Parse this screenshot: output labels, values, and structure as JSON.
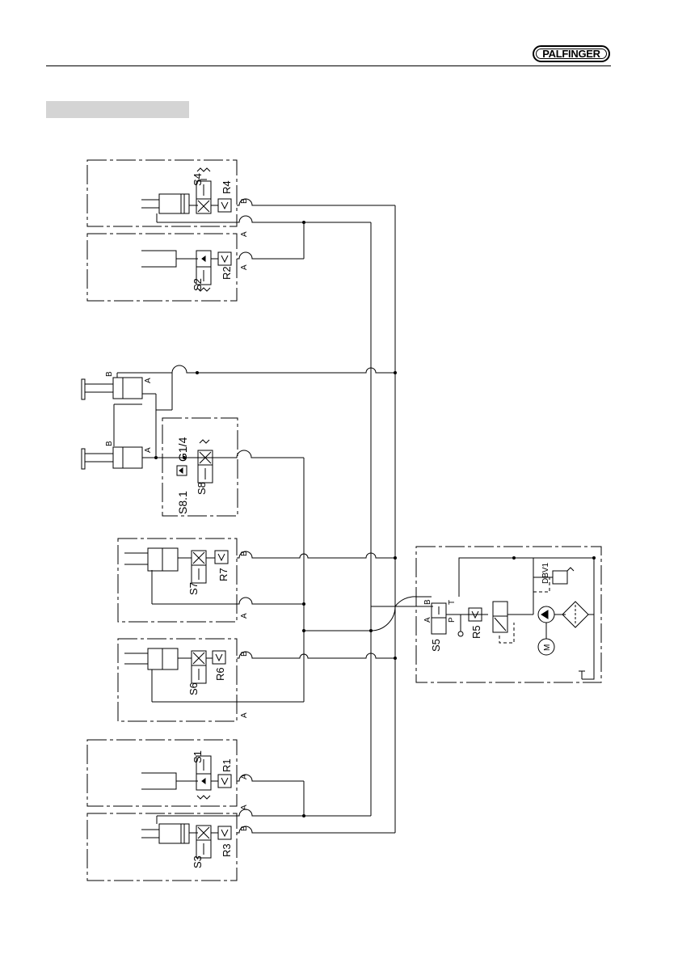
{
  "brand": {
    "logo_text": "PALFINGER"
  },
  "header": {
    "section_title": ""
  },
  "labels": {
    "S4": "S4",
    "R4": "R4",
    "S2": "S2",
    "R2": "R2",
    "S8": "S8",
    "S81": "S8.1",
    "G14": "G1/4",
    "S7": "S7",
    "R7": "R7",
    "S6": "S6",
    "R6": "R6",
    "S1": "S1",
    "R1": "R1",
    "S3": "S3",
    "R3": "R3",
    "S5": "S5",
    "R5": "R5",
    "DBV1": "DBV1",
    "A": "A",
    "B": "B",
    "P": "P",
    "T": "T",
    "M": "M"
  }
}
